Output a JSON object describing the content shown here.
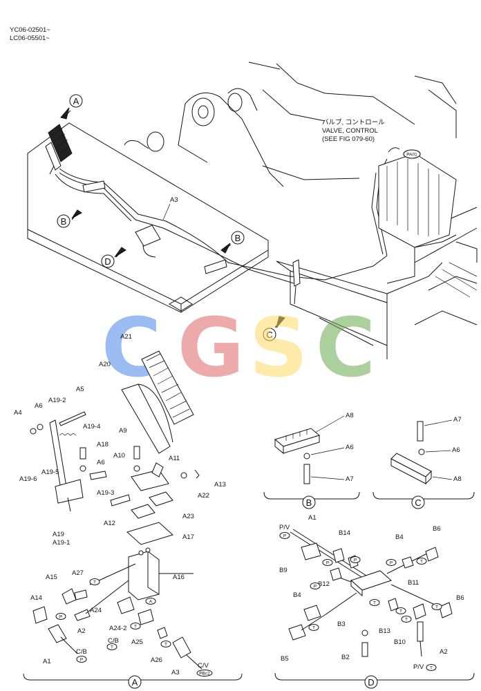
{
  "header": {
    "serial_1": "YC06-02501~",
    "serial_2": "LC06-05501~"
  },
  "valve_note": {
    "japanese": "バルブ, コントロール",
    "english": "VALVE, CONTROL",
    "ref": "(SEE FIG 079-60)",
    "pill": "PA01"
  },
  "watermark": {
    "letters": [
      "C",
      "G",
      "S",
      "C"
    ],
    "colors": [
      "#4a86e8",
      "#e06666",
      "#ffd966",
      "#6aa84f"
    ]
  },
  "overview": {
    "callouts": [
      "A",
      "B",
      "B",
      "C",
      "D"
    ],
    "a3": "A3"
  },
  "detail_a": {
    "label": "A",
    "parts": [
      "A21",
      "A20",
      "A5",
      "A4",
      "A6",
      "A19-2",
      "A19-4",
      "A18",
      "A6",
      "A9",
      "A10",
      "A11",
      "A19-5",
      "A19-6",
      "A19-3",
      "A22",
      "A13",
      "A12",
      "A23",
      "A19",
      "A19-1",
      "A17",
      "A16",
      "A15",
      "A27",
      "A14",
      "A24",
      "A24-2",
      "A2",
      "A25",
      "A26",
      "A1",
      "C/B",
      "C/B",
      "A3",
      "C/V"
    ],
    "pills": [
      "T",
      "P",
      "T",
      "P",
      "T",
      "A",
      "PBc2",
      "T"
    ]
  },
  "detail_b": {
    "label": "B",
    "parts": [
      "A8",
      "A6",
      "A7"
    ]
  },
  "detail_c": {
    "label": "C",
    "parts": [
      "A7",
      "A6",
      "A8"
    ]
  },
  "detail_d": {
    "label": "D",
    "parts": [
      "P/V",
      "A1",
      "B14",
      "B4",
      "B6",
      "B9",
      "B12",
      "B11",
      "B4",
      "B6",
      "B3",
      "B13",
      "B10",
      "B5",
      "B2",
      "A2",
      "P/V"
    ],
    "pills": [
      "P",
      "P",
      "P",
      "T",
      "P",
      "T",
      "T",
      "T",
      "T",
      "P",
      "T",
      "T"
    ]
  }
}
